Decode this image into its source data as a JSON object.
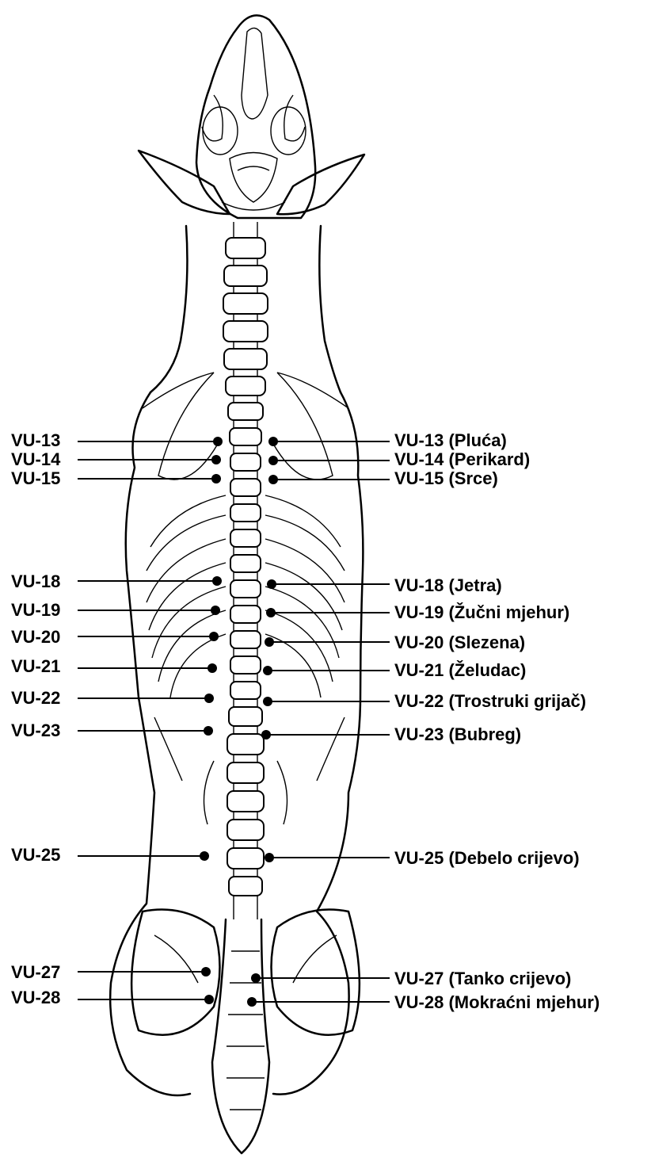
{
  "points": [
    {
      "left_label": "VU-13",
      "right_label": "VU-13",
      "organ": "(Pluća)"
    },
    {
      "left_label": "VU-14",
      "right_label": "VU-14",
      "organ": "(Perikard)"
    },
    {
      "left_label": "VU-15",
      "right_label": "VU-15",
      "organ": "(Srce)"
    },
    {
      "left_label": "VU-18",
      "right_label": "VU-18",
      "organ": "(Jetra)"
    },
    {
      "left_label": "VU-19",
      "right_label": "VU-19",
      "organ": "(Žučni mjehur)"
    },
    {
      "left_label": "VU-20",
      "right_label": "VU-20",
      "organ": "(Slezena)"
    },
    {
      "left_label": "VU-21",
      "right_label": "VU-21",
      "organ": "(Želudac)"
    },
    {
      "left_label": "VU-22",
      "right_label": "VU-22",
      "organ": "(Trostruki grijač)"
    },
    {
      "left_label": "VU-23",
      "right_label": "VU-23",
      "organ": "(Bubreg)"
    },
    {
      "left_label": "VU-25",
      "right_label": "VU-25",
      "organ": "(Debelo crijevo)"
    },
    {
      "left_label": "VU-27",
      "right_label": "VU-27",
      "organ": "(Tanko crijevo)"
    },
    {
      "left_label": "VU-28",
      "right_label": "VU-28",
      "organ": "(Mokraćni mjehur)"
    }
  ]
}
